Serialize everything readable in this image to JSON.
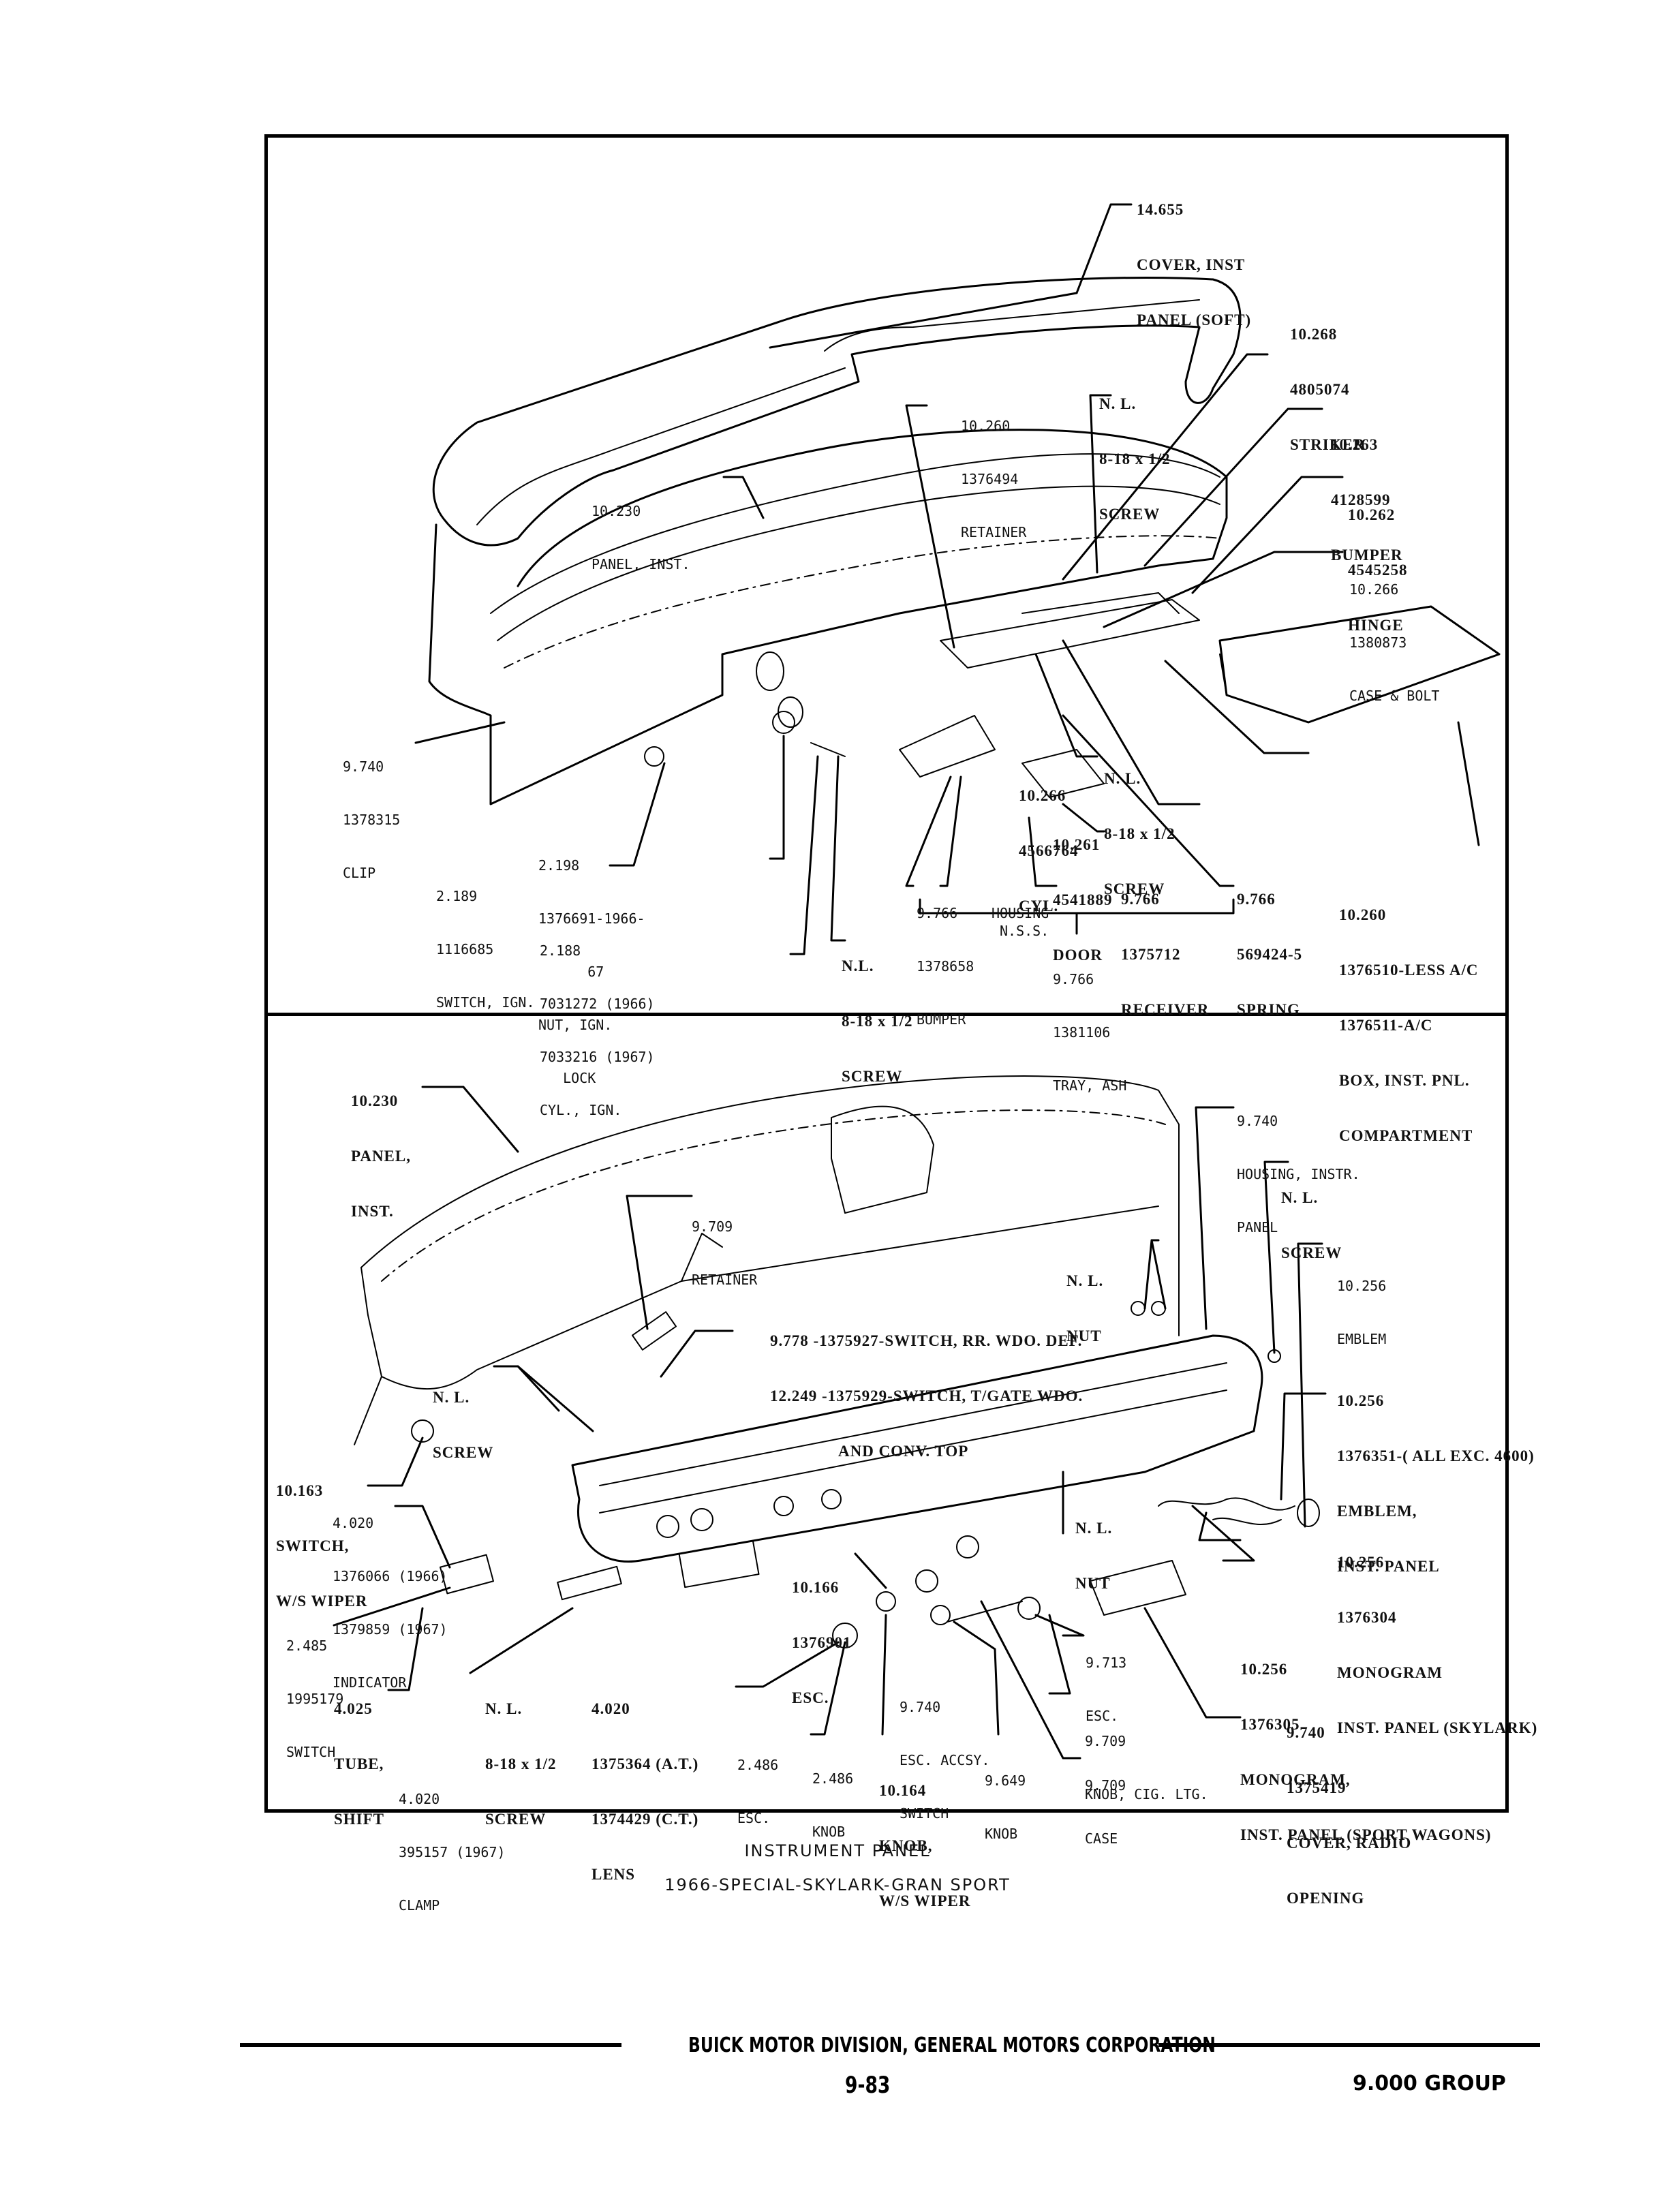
{
  "document": {
    "caption_title": "INSTRUMENT PANEL",
    "caption_subtitle": "1966-SPECIAL-SKYLARK-GRAN SPORT",
    "footer_publisher": "BUICK MOTOR DIVISION, GENERAL MOTORS CORPORATION",
    "page_number": "9-83",
    "group": "9.000 GROUP"
  },
  "top_diagram": {
    "labels": [
      {
        "lines": [
          "14.655",
          "COVER, INST",
          "PANEL (SOFT)"
        ],
        "style": "serif"
      },
      {
        "lines": [
          "10.268",
          "4805074",
          "STRIKER"
        ],
        "style": "serif"
      },
      {
        "lines": [
          "N. L.",
          "8-18 x 1/2",
          "SCREW"
        ],
        "style": "serif"
      },
      {
        "lines": [
          "10.260",
          "1376494",
          "RETAINER"
        ],
        "style": "mono"
      },
      {
        "lines": [
          "10.263",
          "4128599",
          "BUMPER"
        ],
        "style": "serif"
      },
      {
        "lines": [
          "10.230",
          "PANEL, INST."
        ],
        "style": "mono"
      },
      {
        "lines": [
          "10.262",
          "4545258",
          "HINGE"
        ],
        "style": "serif"
      },
      {
        "lines": [
          "10.266",
          "1380873",
          "CASE & BOLT"
        ],
        "style": "mono"
      },
      {
        "lines": [
          "9.740",
          "1378315",
          "CLIP"
        ],
        "style": "mono"
      },
      {
        "lines": [
          "N. L.",
          "8-18 x 1/2",
          "SCREW"
        ],
        "style": "serif"
      },
      {
        "lines": [
          "10.266",
          "4566764",
          "CYL."
        ],
        "style": "serif"
      },
      {
        "lines": [
          "10.261",
          "4541889",
          "DOOR"
        ],
        "style": "serif"
      },
      {
        "lines": [
          "2.198",
          "1376691-1966-",
          "      67",
          "NUT, IGN.",
          "   LOCK"
        ],
        "style": "mono"
      },
      {
        "lines": [
          "2.189",
          "1116685",
          "SWITCH, IGN."
        ],
        "style": "mono"
      },
      {
        "lines": [
          "9.766",
          "1378658",
          "BUMPER"
        ],
        "style": "mono"
      },
      {
        "lines": [
          "N.S.S.",
          "",
          "HOUSING"
        ],
        "style": "mono"
      },
      {
        "lines": [
          "9.766",
          "1375712",
          "RECEIVER"
        ],
        "style": "serif"
      },
      {
        "lines": [
          "9.766",
          "569424-5",
          "SPRING"
        ],
        "style": "serif"
      },
      {
        "lines": [
          "10.260",
          "1376510-LESS A/C",
          "1376511-A/C",
          "BOX, INST. PNL.",
          "COMPARTMENT"
        ],
        "style": "serif"
      },
      {
        "lines": [
          "2.188",
          "7031272 (1966)",
          "7033216 (1967)",
          "CYL., IGN."
        ],
        "style": "mono"
      },
      {
        "lines": [
          "N.L.",
          "8-18 x 1/2",
          "SCREW"
        ],
        "style": "serif"
      },
      {
        "lines": [
          "9.766",
          "1381106",
          "TRAY, ASH"
        ],
        "style": "mono"
      }
    ]
  },
  "bottom_diagram": {
    "labels": [
      {
        "lines": [
          "10.230",
          "PANEL,",
          "INST."
        ],
        "style": "serif"
      },
      {
        "lines": [
          "9.740",
          "HOUSING, INSTR.",
          "PANEL"
        ],
        "style": "mono"
      },
      {
        "lines": [
          "N. L.",
          "SCREW"
        ],
        "style": "serif"
      },
      {
        "lines": [
          "9.709",
          "RETAINER"
        ],
        "style": "mono"
      },
      {
        "lines": [
          "N. L.",
          "NUT"
        ],
        "style": "serif"
      },
      {
        "lines": [
          "10.256",
          "EMBLEM"
        ],
        "style": "mono"
      },
      {
        "lines": [
          "9.778 -1375927-SWITCH, RR. WDO. DEF.",
          "12.249 -1375929-SWITCH, T/GATE WDO.",
          "               AND CONV. TOP"
        ],
        "style": "serif"
      },
      {
        "lines": [
          "N. L.",
          "SCREW"
        ],
        "style": "serif"
      },
      {
        "lines": [
          "10.256",
          "1376351-( ALL EXC. 4600)",
          "EMBLEM,",
          "INST. PANEL"
        ],
        "style": "serif"
      },
      {
        "lines": [
          "10.163",
          "SWITCH,",
          "W/S WIPER"
        ],
        "style": "serif"
      },
      {
        "lines": [
          "4.020",
          "1376066 (1966)",
          "1379859 (1967)",
          "INDICATOR"
        ],
        "style": "mono"
      },
      {
        "lines": [
          "N. L.",
          "NUT"
        ],
        "style": "serif"
      },
      {
        "lines": [
          "10.256",
          "1376304",
          "MONOGRAM",
          "INST. PANEL (SKYLARK)"
        ],
        "style": "serif"
      },
      {
        "lines": [
          "10.166",
          "1376901",
          "ESC."
        ],
        "style": "serif"
      },
      {
        "lines": [
          "2.485",
          "1995179",
          "SWITCH"
        ],
        "style": "mono"
      },
      {
        "lines": [
          "9.713",
          "ESC."
        ],
        "style": "mono"
      },
      {
        "lines": [
          "10.256",
          "1376305",
          "MONOGRAM,",
          "INST. PANEL (SPORT WAGONS)"
        ],
        "style": "serif"
      },
      {
        "lines": [
          "4.025",
          "TUBE,",
          "SHIFT"
        ],
        "style": "serif"
      },
      {
        "lines": [
          "N. L.",
          "8-18 x 1/2",
          "SCREW"
        ],
        "style": "serif"
      },
      {
        "lines": [
          "4.020",
          "1375364 (A.T.)",
          "1374429 (C.T.)",
          "LENS"
        ],
        "style": "serif"
      },
      {
        "lines": [
          "9.740",
          "ESC. ACCSY.",
          "SWITCH"
        ],
        "style": "mono"
      },
      {
        "lines": [
          "9.709",
          "KNOB, CIG. LTG."
        ],
        "style": "mono"
      },
      {
        "lines": [
          "9.740",
          "1375419",
          "COVER, RADIO",
          "OPENING"
        ],
        "style": "serif"
      },
      {
        "lines": [
          "2.486",
          "ESC."
        ],
        "style": "mono"
      },
      {
        "lines": [
          "2.486",
          "KNOB"
        ],
        "style": "mono"
      },
      {
        "lines": [
          "10.164",
          "KNOB,",
          "W/S WIPER"
        ],
        "style": "serif"
      },
      {
        "lines": [
          "9.649",
          "KNOB"
        ],
        "style": "mono"
      },
      {
        "lines": [
          "9.709",
          "CASE"
        ],
        "style": "mono"
      },
      {
        "lines": [
          "4.020",
          "395157 (1967)",
          "CLAMP"
        ],
        "style": "mono"
      }
    ]
  }
}
